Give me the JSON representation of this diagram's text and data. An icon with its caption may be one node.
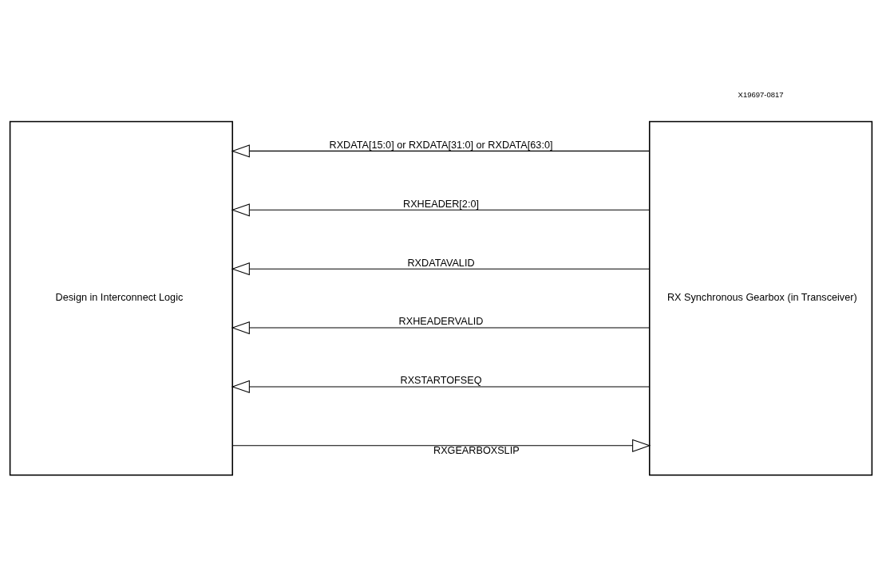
{
  "diagram": {
    "nodes": [
      {
        "text": [
          "Design in Interconnect Logic"
        ]
      },
      {
        "text": [
          "RX Synchronous Gearbox (in Transceiver)"
        ]
      }
    ],
    "edges": [
      {
        "from": 1,
        "to": 0,
        "arrow": "to",
        "label": "RXDATA[15:0] or RXDATA[31:0] or RXDATA[63:0]"
      },
      {
        "from": 1,
        "to": 0,
        "arrow": "to",
        "label": "RXHEADER[2:0]"
      },
      {
        "from": 1,
        "to": 0,
        "arrow": "to",
        "label": "RXDATAVALID"
      },
      {
        "from": 1,
        "to": 0,
        "arrow": "to",
        "label": "RXHEADERVALID"
      },
      {
        "from": 1,
        "to": 0,
        "arrow": "to",
        "label": "RXSTARTOFSEQ"
      },
      {
        "from": 0,
        "to": 1,
        "arrow": "to",
        "label": "RXGEARBOXSLIP"
      }
    ],
    "labels": [
      "X19697-0817"
    ]
  }
}
